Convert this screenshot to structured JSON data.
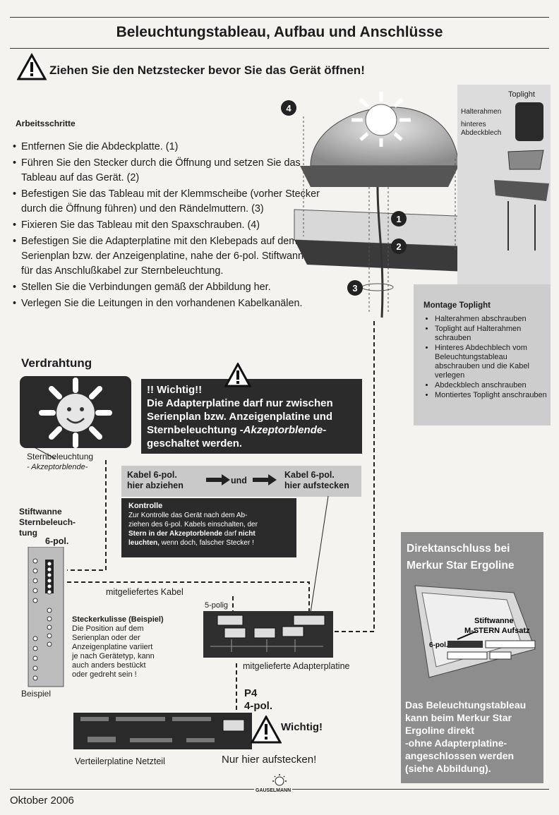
{
  "title": "Beleuchtungstableau, Aufbau und Anschlüsse",
  "warning_heading": "Ziehen Sie den Netzstecker bevor Sie das Gerät öffnen!",
  "steps_heading": "Arbeitsschritte",
  "steps": [
    "Entfernen Sie die Abdeckplatte. (1)",
    "Führen Sie den Stecker durch die Öffnung und setzen Sie das Tableau auf das Gerät. (2)",
    "Befestigen Sie das Tableau mit der Klemmscheibe (vorher Stecker durch die Öffnung führen) und den Rändelmuttern. (3)",
    "Fixieren Sie das Tableau mit den Spaxschrauben. (4)",
    "Befestigen Sie die Adapterplatine mit den Klebepads auf dem Serienplan bzw. der Anzeigenplatine, nahe der 6-pol. Stiftwanne für das Anschlußkabel zur Sternbeleuchtung.",
    "Stellen Sie die Verbindungen gemäß der Abbildung her.",
    "Verlegen Sie die Leitungen in den vorhandenen Kabelkanälen."
  ],
  "diagram": {
    "callout_4a": "4",
    "callout_4b": "4",
    "callout_1": "1",
    "callout_2": "2",
    "callout_3": "3"
  },
  "toplight_panel": {
    "label_toplight": "Toplight",
    "label_halterahmen": "Halterahmen",
    "label_hinteres": "hinteres",
    "label_abdeckblech": "Abdeckblech"
  },
  "montage": {
    "heading": "Montage Toplight",
    "items": [
      "Halterahmen abschrauben",
      "Toplight auf Halterahmen schrauben",
      "Hinteres Abdechblech vom Beleuchtungstableau abschrauben und die Kabel verlegen",
      "Abdeckblech anschrauben",
      "Montiertes Toplight anschrauben"
    ]
  },
  "verdrahtung": {
    "heading": "Verdrahtung",
    "sun_caption_1": "Sternbeleuchtung",
    "sun_caption_2": "- Akzeptorblende-",
    "wichtig_title": "!! Wichtig!!",
    "wichtig_line1": "Die Adapterplatine darf nur zwischen",
    "wichtig_line2": "Serienplan bzw. Anzeigenplatine und",
    "wichtig_line3": "Sternbeleuchtung ",
    "wichtig_line3_em": "-Akzeptorblende-",
    "wichtig_line4": "geschaltet werden.",
    "kabel_left_1": "Kabel 6-pol.",
    "kabel_left_2": "hier abziehen",
    "kabel_und": "und",
    "kabel_right_1": "Kabel 6-pol.",
    "kabel_right_2": "hier aufstecken",
    "kontrolle_title": "Kontrolle",
    "kontrolle_1": "Zur Kontrolle das Gerät nach dem Ab-",
    "kontrolle_2": "ziehen des 6-pol. Kabels einschalten, der",
    "kontrolle_3a": "Stern in der Akzeptorblende",
    "kontrolle_3b": " darf ",
    "kontrolle_3c": "nicht",
    "kontrolle_4a": "leuchten,",
    "kontrolle_4b": " wenn doch, falscher Stecker !",
    "stiftwanne_1": "Stiftwanne",
    "stiftwanne_2": "Sternbeleuch-",
    "stiftwanne_3": "tung",
    "stiftwanne_4": "6-pol.",
    "mitgeliefertes_kabel": "mitgeliefertes Kabel",
    "fuenf_polig": "5-polig",
    "kulisse_title": "Steckerkulisse (Beispiel)",
    "kulisse_1": "Die Position auf dem",
    "kulisse_2": "Serienplan oder der",
    "kulisse_3": "Anzeigenplatine variiert",
    "kulisse_4": "je nach Gerätetyp, kann",
    "kulisse_5": "auch anders bestückt",
    "kulisse_6": "oder gedreht sein !",
    "beispiel": "Beispiel",
    "adapterplatine": "mitgelieferte Adapterplatine",
    "p4": "P4",
    "vier_pol": "4-pol.",
    "wichtig2": "Wichtig!",
    "verteiler": "Verteilerplatine Netzteil",
    "nur_hier": "Nur hier aufstecken!"
  },
  "direkt": {
    "heading_1": "Direktanschluss bei",
    "heading_2": "Merkur Star Ergoline",
    "stiftwanne_1": "Stiftwanne",
    "stiftwanne_2": "M-STERN Aufsatz",
    "six_pol": "6-pol.",
    "body_1": "Das Beleuchtungstableau",
    "body_2": "kann beim Merkur Star",
    "body_3": "Ergoline direkt",
    "body_4": "-ohne Adapterplatine-",
    "body_5": "angeschlossen werden",
    "body_6": "(siehe Abbildung)."
  },
  "footer": {
    "date": "Oktober 2006",
    "logo": "GAUSELMANN"
  },
  "colors": {
    "dark_box": "#2b2b2b",
    "gray_box": "#cdcdcd",
    "direkt_box": "#8d8d8d",
    "paper": "#f4f3ef"
  }
}
